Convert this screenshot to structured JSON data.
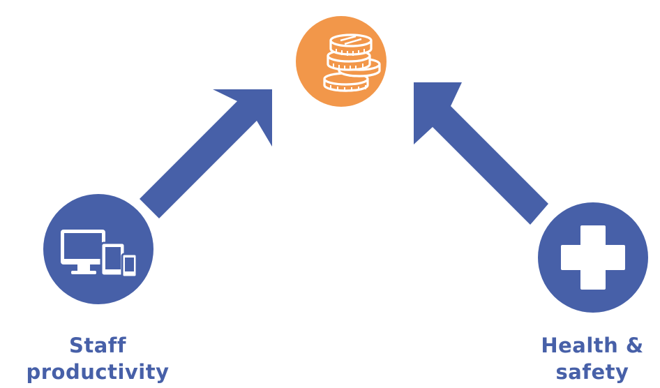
{
  "colors": {
    "primary_blue": "#4760a8",
    "accent_orange": "#f2974a",
    "icon_white": "#ffffff"
  },
  "nodes": {
    "center": {
      "icon": "coins-icon"
    },
    "left": {
      "icon": "devices-icon",
      "label_line1": "Staff",
      "label_line2": "productivity"
    },
    "right": {
      "icon": "medical-cross-icon",
      "label_line1": "Health &",
      "label_line2": "safety"
    }
  },
  "arrows": [
    {
      "from": "left",
      "to": "center"
    },
    {
      "from": "right",
      "to": "center"
    }
  ]
}
